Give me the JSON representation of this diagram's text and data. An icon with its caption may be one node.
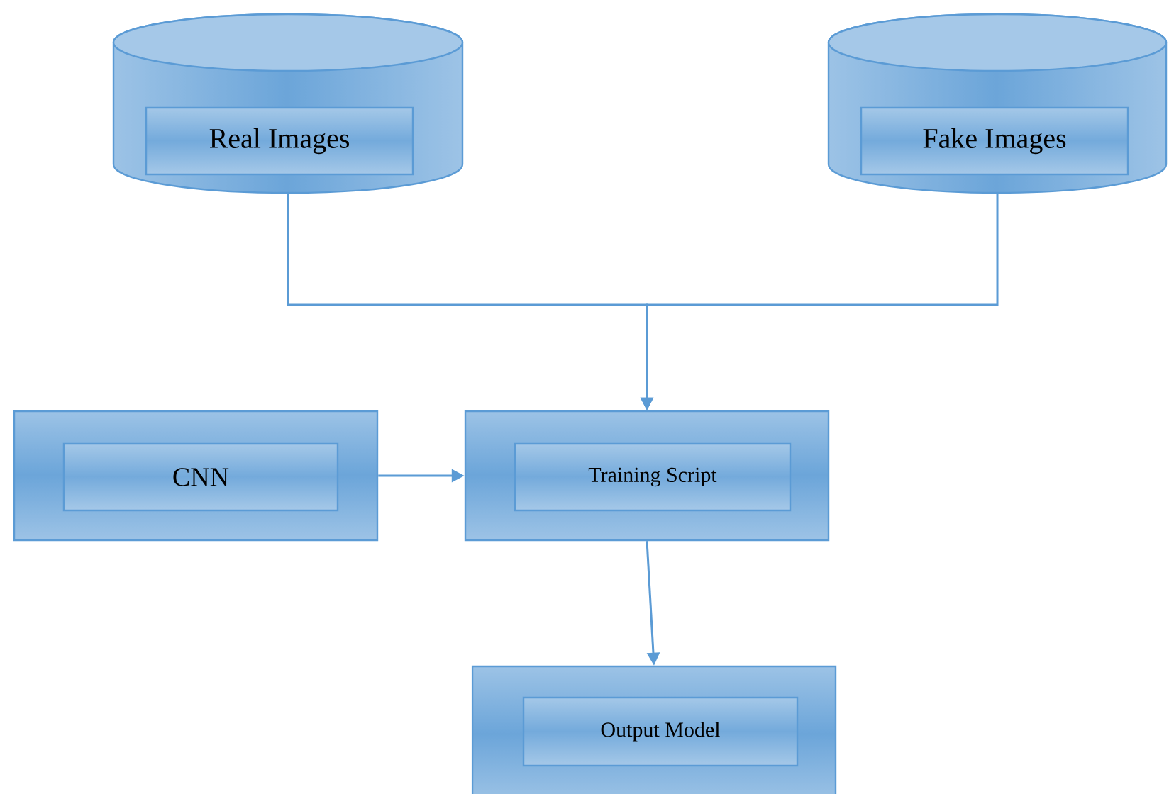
{
  "diagram": {
    "nodes": [
      {
        "text": [],
        "shape": "cylinder"
      },
      {
        "text": [
          "Real Images"
        ],
        "in": 0
      },
      {
        "text": [],
        "shape": "cylinder"
      },
      {
        "text": [
          "Fake Images"
        ],
        "in": 2
      },
      {
        "text": [],
        "shape": "box"
      },
      {
        "text": [
          "CNN"
        ],
        "in": 4
      },
      {
        "text": [],
        "shape": "box"
      },
      {
        "text": [
          "Training Script"
        ],
        "in": 6
      },
      {
        "text": [],
        "shape": "box"
      },
      {
        "text": [
          "Output Model"
        ],
        "in": 8
      }
    ],
    "edges": [
      {
        "from": 0,
        "to": 6,
        "arrow": "to"
      },
      {
        "from": 2,
        "to": 6,
        "arrow": "to"
      },
      {
        "from": 4,
        "to": 6,
        "arrow": "to"
      },
      {
        "from": 6,
        "to": 8,
        "arrow": "to"
      }
    ]
  }
}
